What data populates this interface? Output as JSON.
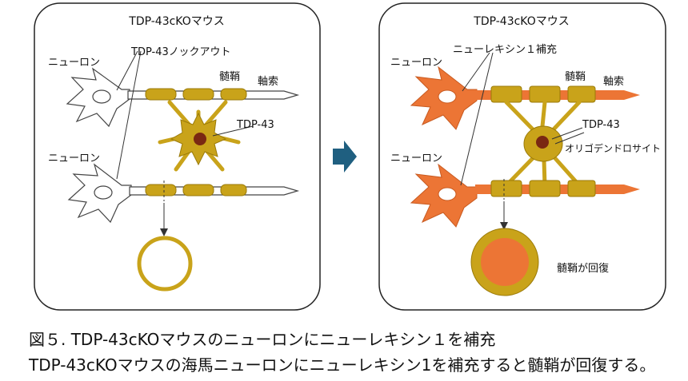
{
  "left_panel": {
    "title": "TDP-43cKOマウス",
    "label_neuron_top": "ニューロン",
    "label_neuron_bottom": "ニューロン",
    "label_knockout": "TDP-43ノックアウト",
    "label_myelin": "髄鞘",
    "label_axon": "軸索",
    "label_tdp43": "TDP-43"
  },
  "right_panel": {
    "title": "TDP-43cKOマウス",
    "label_neuron_top": "ニューロン",
    "label_neuron_bottom": "ニューロン",
    "label_supplement": "ニューレキシン１補充",
    "label_myelin": "髄鞘",
    "label_axon": "軸索",
    "label_tdp43": "TDP-43",
    "label_oligo": "オリゴデンドロサイト",
    "label_recovery": "髄鞘が回復"
  },
  "caption": {
    "line1": "図５. TDP-43cKOマウスのニューロンにニューレキシン１を補充",
    "line2": "TDP-43cKOマウスの海馬ニューロンにニューレキシン1を補充すると髄鞘が回復する。"
  },
  "colors": {
    "myelin": "#c9a31a",
    "myelin_stroke": "#9a7a08",
    "neuron_fill": "#ec7535",
    "nucleus": "#7a2812",
    "arrow": "#1f5f80",
    "panel_border": "#222222"
  }
}
